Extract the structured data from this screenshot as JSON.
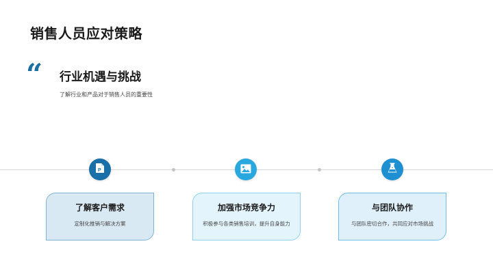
{
  "slide": {
    "title": "销售人员应对策略",
    "quote_mark": "“",
    "section_title": "行业机遇与挑战",
    "section_subtitle": "了解行业和产品对于销售人员的重要性"
  },
  "colors": {
    "accent_dark": "#1a6fa0",
    "node_1": "#1b6fa8",
    "node_2": "#29a8e0",
    "node_3": "#1e8fd0",
    "card_1_bg": "#d9e9f3",
    "card_1_border": "#7fb3d3",
    "card_2_bg": "#e4f4fc",
    "card_2_border": "#8ed0ef",
    "card_3_bg": "#dff0fa",
    "card_3_border": "#6fbde6"
  },
  "timeline": {
    "items": [
      {
        "icon": "document-p-icon",
        "title": "了解客户需求",
        "description": "定制化推销与解决方案"
      },
      {
        "icon": "image-icon",
        "title": "加强市场竞争力",
        "description": "积极参与各类销售培训，提升自身能力"
      },
      {
        "icon": "flask-icon",
        "title": "与团队协作",
        "description": "与团队密切合作，共同应对市场挑战"
      }
    ]
  }
}
